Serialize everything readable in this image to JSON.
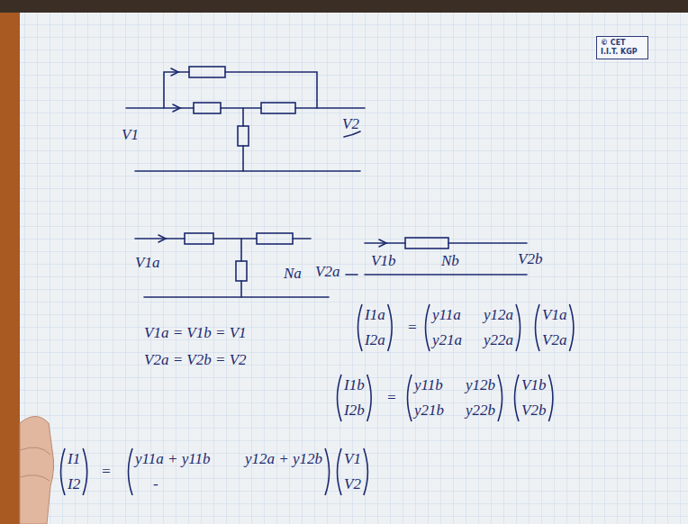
{
  "diagram": {
    "nodes": [
      {
        "text": [
          "© CET I.I.T. KGP"
        ]
      }
    ],
    "labels": [
      "V1",
      "V2",
      "V1a",
      "Na",
      "V2a",
      "V1b",
      "Nb",
      "V2b",
      "V1a = V1b = V1",
      "V2a = V2b = V2",
      "I1a",
      "I2a",
      "=",
      "y11a",
      "y12a",
      "y21a",
      "y22a",
      "V1a",
      "V2a",
      "I1b",
      "I2b",
      "=",
      "y11b",
      "y12b",
      "y21b",
      "y22b",
      "V1b",
      "V2b",
      "I1",
      "I2",
      "=",
      "y11a + y11b",
      "y12a + y12b",
      "-",
      "V1",
      "V2"
    ]
  }
}
